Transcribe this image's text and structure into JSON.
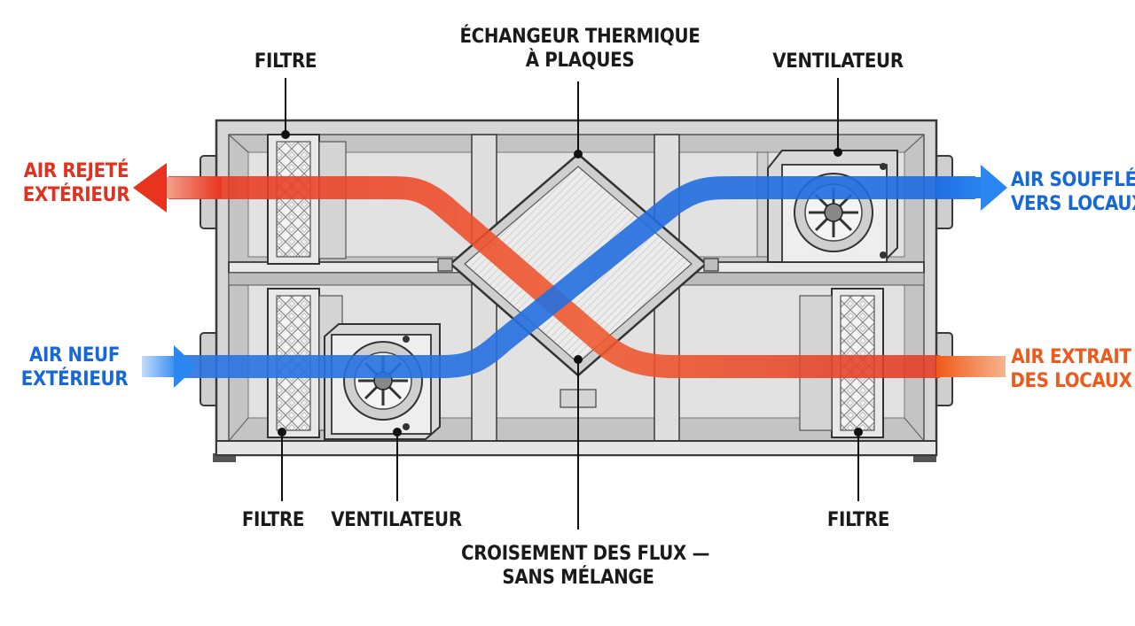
{
  "labels": {
    "exchanger": [
      "ÉCHANGEUR THERMIQUE",
      "À PLAQUES"
    ],
    "filter_top_left": "FILTRE",
    "fan_top_right": "VENTILATEUR",
    "exhaust_air": [
      "AIR REJETÉ",
      "EXTÉRIEUR"
    ],
    "supply_air": [
      "AIR SOUFFLÉ",
      "VERS LOCAUX"
    ],
    "fresh_air": [
      "AIR NEUF",
      "EXTÉRIEUR"
    ],
    "extract_air": [
      "AIR EXTRAIT",
      "DES LOCAUX"
    ],
    "filter_bottom_left": "FILTRE",
    "fan_bottom_left": "VENTILATEUR",
    "filter_bottom_right": "FILTRE",
    "crossing": [
      "CROISEMENT DES FLUX —",
      "SANS MÉLANGE"
    ]
  },
  "colors": {
    "warm_exhaust": "#e0321e",
    "warm_extract": "#ee5a1c",
    "cold_fresh": "#1668d8",
    "cold_supply": "#1e78e6",
    "housing_stroke": "#3a3a3a",
    "housing_fill": "#dcdcdc"
  },
  "icons": [
    "fan-icon",
    "filter-icon",
    "plate-exchanger-icon",
    "arrow-icon"
  ]
}
